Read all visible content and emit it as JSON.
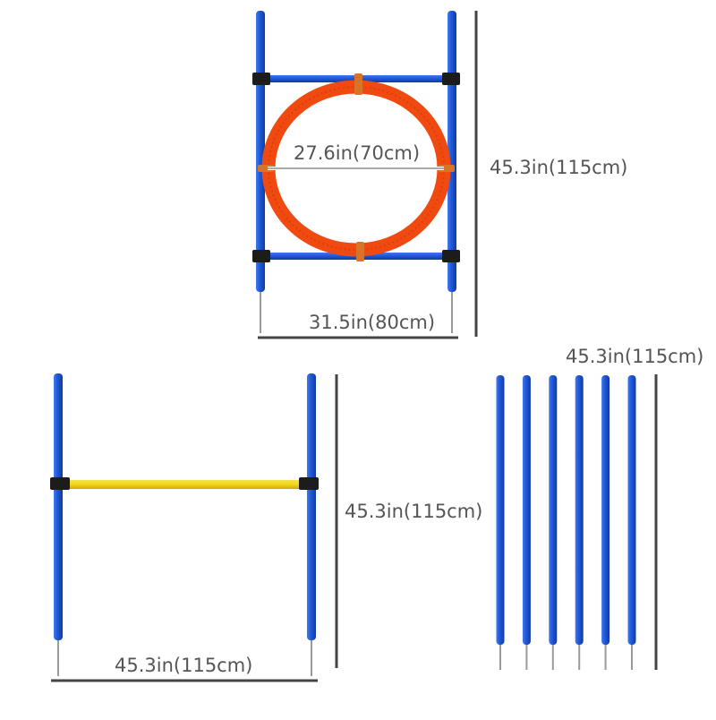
{
  "colors": {
    "pole_blue": "#1e57d6",
    "pole_blue_dark": "#143fa8",
    "hoop_red": "#f04a10",
    "hoop_red_dark": "#c93a08",
    "bar_yellow": "#f2d61a",
    "clip_black": "#1c1c1c",
    "strap_orange": "#d8742a",
    "dimension_line": "#444444",
    "dimension_text": "#555555",
    "spike_metal": "#9a9a9a"
  },
  "hoop_jump": {
    "diameter_label": "27.6in(70cm)",
    "height_label": "45.3in(115cm)",
    "width_label": "31.5in(80cm)"
  },
  "hurdle": {
    "height_label": "45.3in(115cm)",
    "width_label": "45.3in(115cm)"
  },
  "weave_poles": {
    "height_label": "45.3in(115cm)",
    "count": 6
  }
}
